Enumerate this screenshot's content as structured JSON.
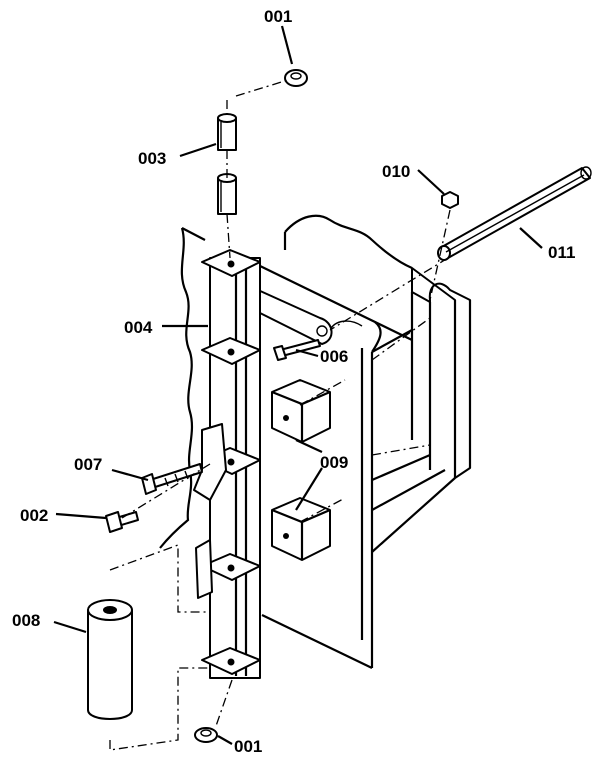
{
  "diagram": {
    "labels": {
      "l001_top": "001",
      "l003": "003",
      "l010": "010",
      "l011": "011",
      "l004": "004",
      "l006": "006",
      "l007": "007",
      "l009": "009",
      "l002": "002",
      "l008": "008",
      "l001_bottom": "001"
    }
  }
}
